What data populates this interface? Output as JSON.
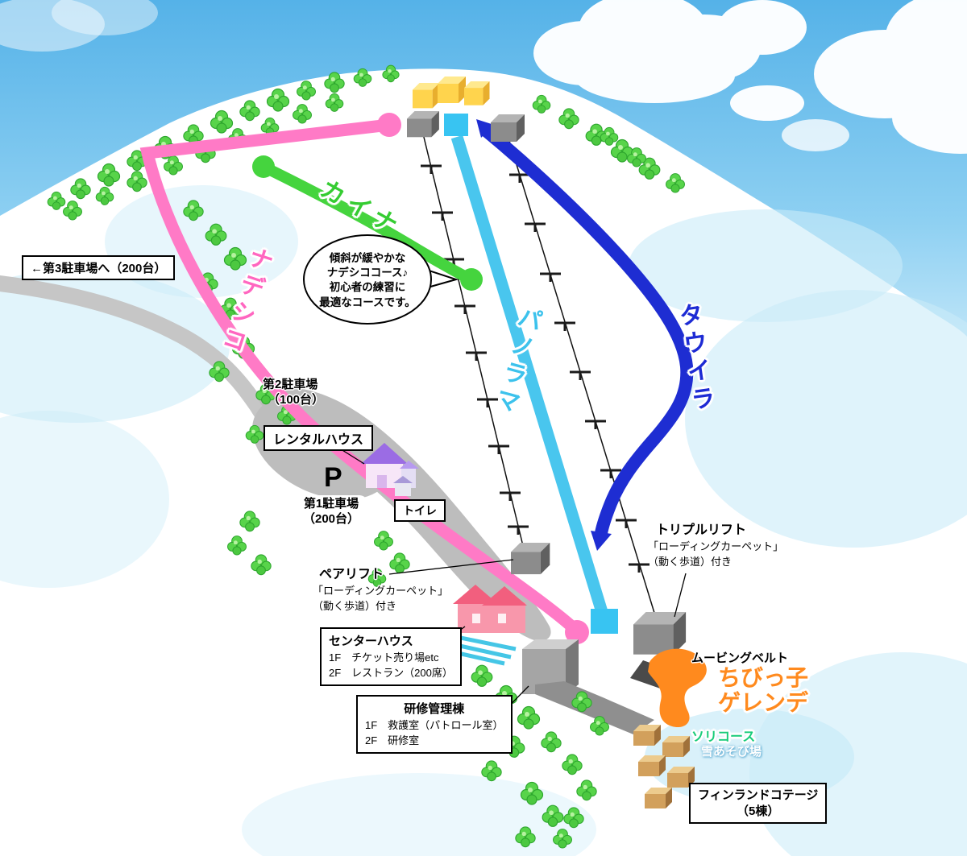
{
  "courses": {
    "kaina": "カイナ",
    "nadeshiko": "ナデシコ",
    "panorama": "パノラマ",
    "tauira": "タウイラ"
  },
  "course_colors": {
    "kaina": "#3bcf36",
    "nadeshiko": "#ff7ac6",
    "panorama": "#49c6ee",
    "tauira": "#1e2dd2"
  },
  "bubble": [
    "傾斜が緩やかな",
    "ナデシココース♪",
    "初心者の練習に",
    "最適なコースです。"
  ],
  "labels": {
    "parking3": "←第3駐車場へ（200台）",
    "parking2_line1": "第2駐車場",
    "parking2_line2": "（100台）",
    "rental_house": "レンタルハウス",
    "parking_symbol": "P",
    "parking1_line1": "第1駐車場",
    "parking1_line2": "（200台）",
    "toilet": "トイレ",
    "pair_lift_title": "ペアリフト",
    "pair_lift_line1": "「ローディングカーペット」",
    "pair_lift_line2": "（動く歩道）付き",
    "triple_lift_title": "トリプルリフト",
    "triple_lift_line1": "「ローディングカーペット」",
    "triple_lift_line2": "（動く歩道）付き",
    "center_house_title": "センターハウス",
    "center_house_line1": "1F　チケット売り場etc",
    "center_house_line2": "2F　レストラン（200席）",
    "training_title": "研修管理棟",
    "training_line1": "1F　救護室（パトロール室）",
    "training_line2": "2F　研修室",
    "moving_belt": "ムービングベルト",
    "kids_line1": "ちびっ子",
    "kids_line2": "ゲレンデ",
    "sled_course": "ソリコース",
    "snow_play": "雪あそび場",
    "cottage_line1": "フィンランドコテージ",
    "cottage_line2": "（5棟）"
  }
}
